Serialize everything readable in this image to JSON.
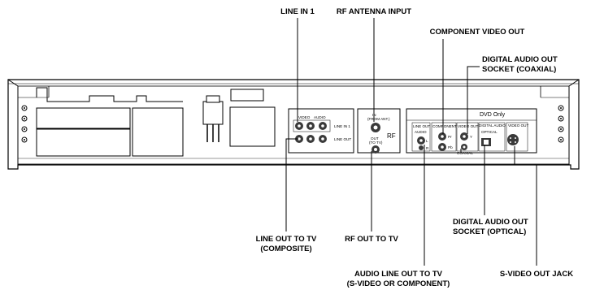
{
  "callouts": {
    "line_in_1": "LINE IN 1",
    "rf_antenna_input": "RF ANTENNA INPUT",
    "component_video_out": "COMPONENT VIDEO OUT",
    "digital_coax_1": "DIGITAL AUDIO OUT",
    "digital_coax_2": "SOCKET (COAXIAL)",
    "rf_out_to_tv": "RF OUT TO TV",
    "digital_opt_1": "DIGITAL AUDIO OUT",
    "digital_opt_2": "SOCKET (OPTICAL)",
    "line_out_1": "LINE OUT TO TV",
    "line_out_2": "(COMPOSITE)",
    "audio_line_out_1": "AUDIO LINE OUT TO TV",
    "audio_line_out_2": "(S-VIDEO OR COMPONENT)",
    "s_video_out_jack": "S-VIDEO OUT JACK"
  },
  "panel_labels": {
    "video": "VIDEO",
    "audio_range": "AUDIO",
    "line_in_tag": "LINE IN 1",
    "line_out_tag": "LINE OUT",
    "rf_in_1": "IN",
    "rf_in_2": "(FROM ANT.)",
    "rf_out_1": "OUT",
    "rf_out_2": "(TO TV)",
    "rf_side": "RF",
    "dvd_only": "DVD Only",
    "dvd_line_out": "LINE OUT",
    "dvd_audio": "AUDIO",
    "component": "COMPONENT",
    "video_out": "VIDEO OUT",
    "pr": "Pr",
    "pb": "Pb",
    "y": "Y",
    "l": "L",
    "r": "R",
    "coaxial": "COAXIAL",
    "digital_audio_out": "DIGITAL AUDIO OUT",
    "optical": "OPTICAL",
    "s_video_tag": "VIDEO OUT"
  }
}
